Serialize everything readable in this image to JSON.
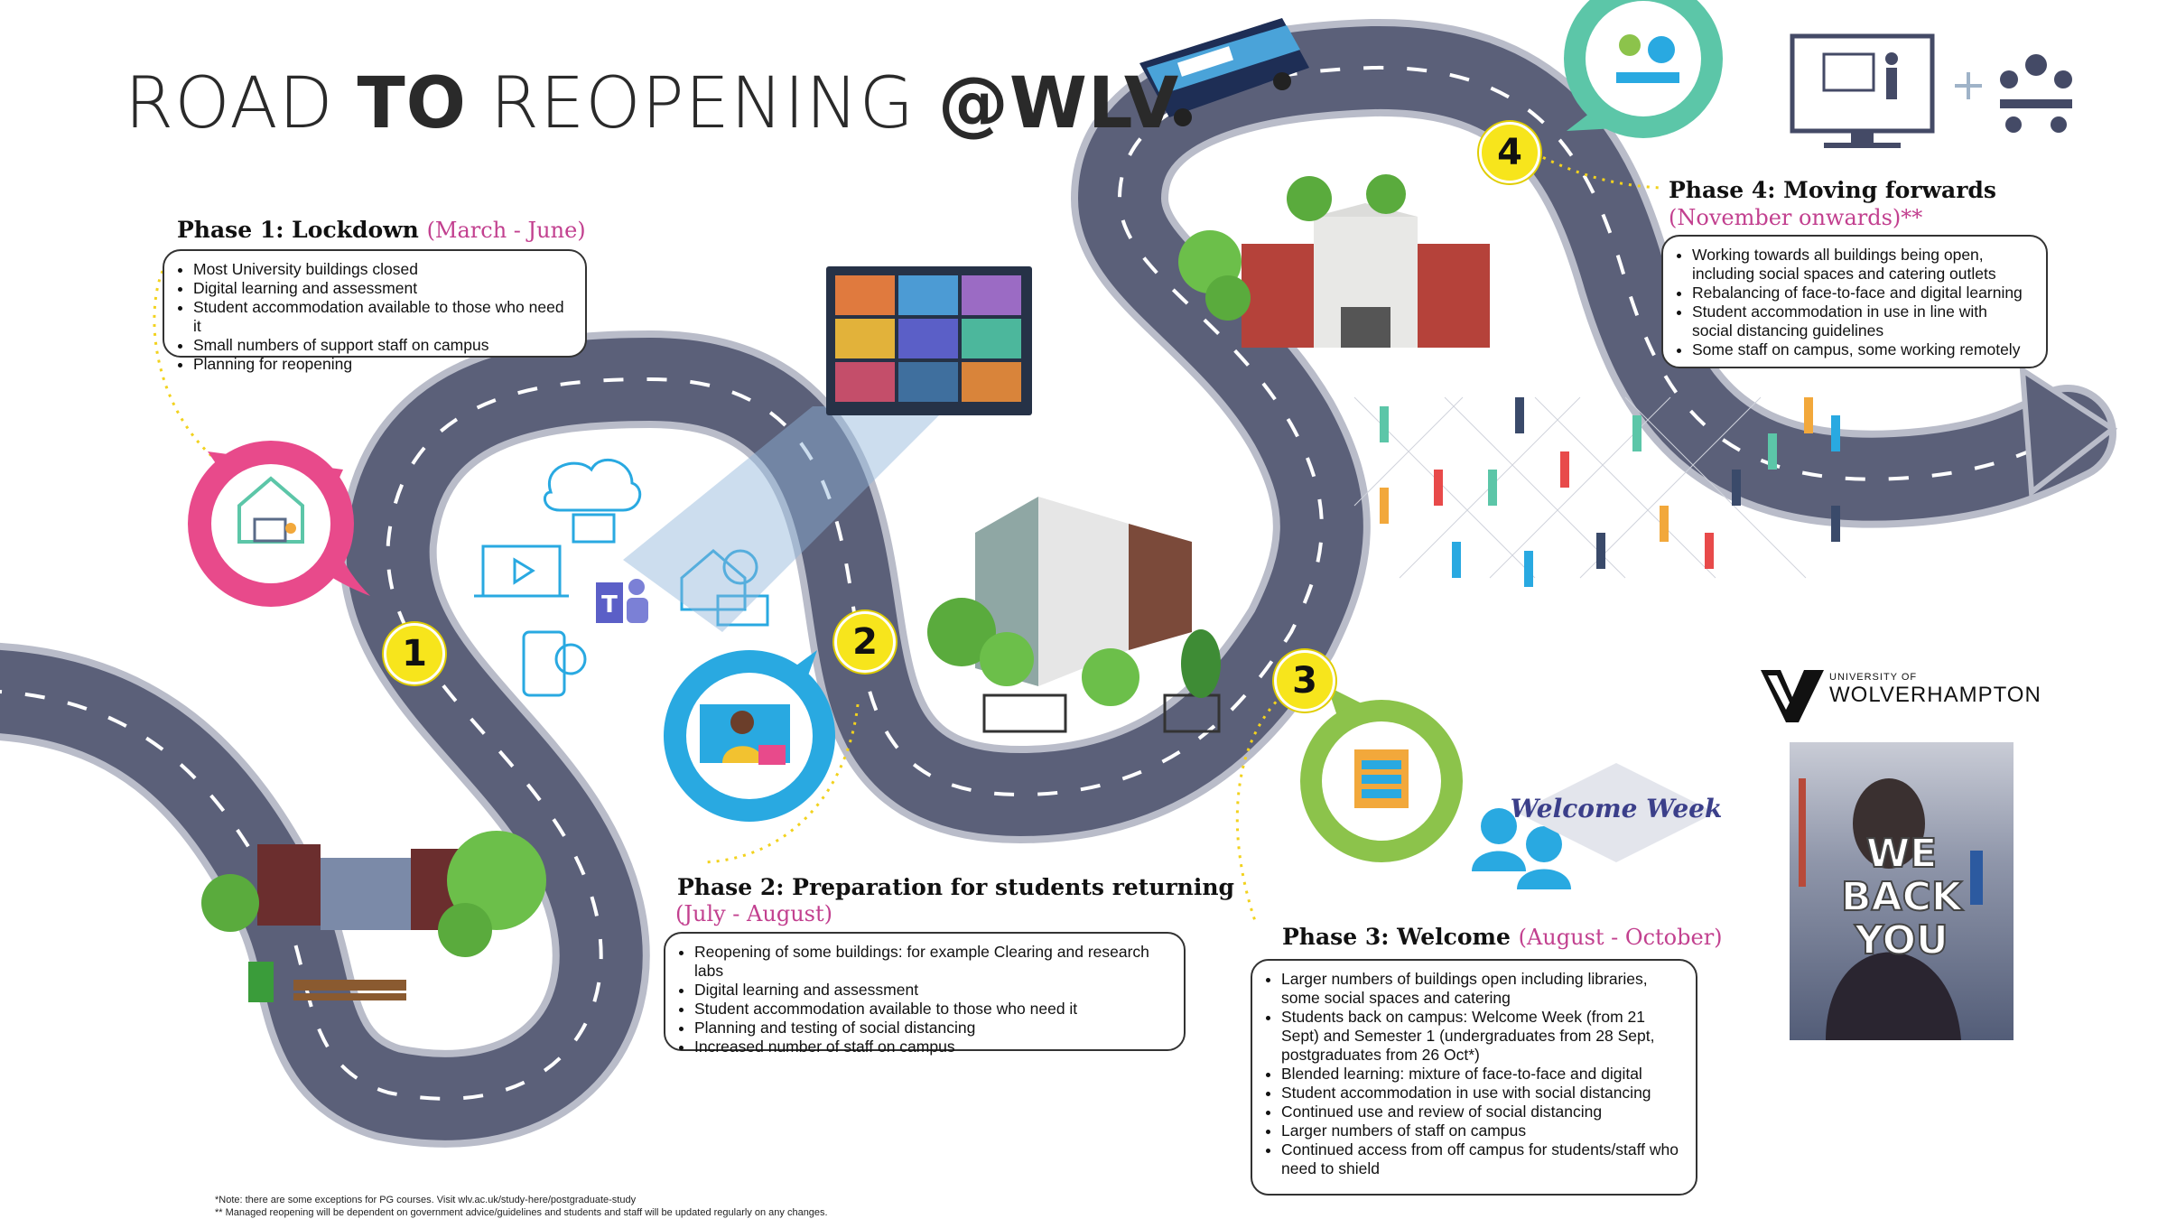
{
  "title": {
    "light1": "ROAD ",
    "bold1": "TO",
    "light2": " REOPENING ",
    "bold2": "@WLV"
  },
  "phases": [
    {
      "number": "1",
      "heading": "Phase 1: Lockdown",
      "dates": "(March - June)",
      "items": [
        "Most University buildings closed",
        "Digital learning and assessment",
        "Student accommodation available to those who need it",
        "Small numbers of support staff on campus",
        "Planning for reopening"
      ]
    },
    {
      "number": "2",
      "heading": "Phase 2: Preparation for students returning",
      "dates": "(July - August)",
      "items": [
        "Reopening of some buildings: for example Clearing and research labs",
        "Digital learning and assessment",
        "Student accommodation available to those who need it",
        "Planning and testing of social distancing",
        "Increased number of staff on campus"
      ]
    },
    {
      "number": "3",
      "heading": "Phase 3: Welcome",
      "dates": "(August - October)",
      "items": [
        "Larger numbers of buildings open including libraries, some social spaces and catering",
        "Students back on campus: Welcome Week (from 21 Sept) and Semester 1 (undergraduates from 28 Sept, postgraduates from 26 Oct*)",
        "Blended learning: mixture of face-to-face and digital",
        "Student accommodation in use with social distancing",
        "Continued use and review of social distancing",
        "Larger numbers of staff on campus",
        "Continued access from off campus for students/staff who need to shield"
      ]
    },
    {
      "number": "4",
      "heading": "Phase 4: Moving forwards",
      "dates": "(November onwards)**",
      "items": [
        "Working towards all buildings being open, including social spaces and catering outlets",
        "Rebalancing of face-to-face and digital learning",
        "Student accommodation in use in line with social distancing guidelines",
        "Some staff on campus, some working remotely"
      ]
    }
  ],
  "notes": [
    "*Note: there are some exceptions for PG courses. Visit wlv.ac.uk/study-here/postgraduate-study",
    "** Managed reopening will be dependent on government advice/guidelines and students and staff will be updated regularly on any changes."
  ],
  "logo": {
    "small": "UNIVERSITY OF",
    "big": "WOLVERHAMPTON"
  },
  "poster": {
    "line1": "WE",
    "line2": "BACK",
    "line3": "YOU"
  },
  "welcome_week": "Welcome Week",
  "colors": {
    "road": "#5b6079",
    "road_edge": "#b9bcc9",
    "badge": "#f7e51c",
    "pink": "#e84a8b",
    "blue": "#29a9e1",
    "green": "#8cc34b",
    "teal": "#5cc6a8",
    "date": "#c2408f"
  }
}
